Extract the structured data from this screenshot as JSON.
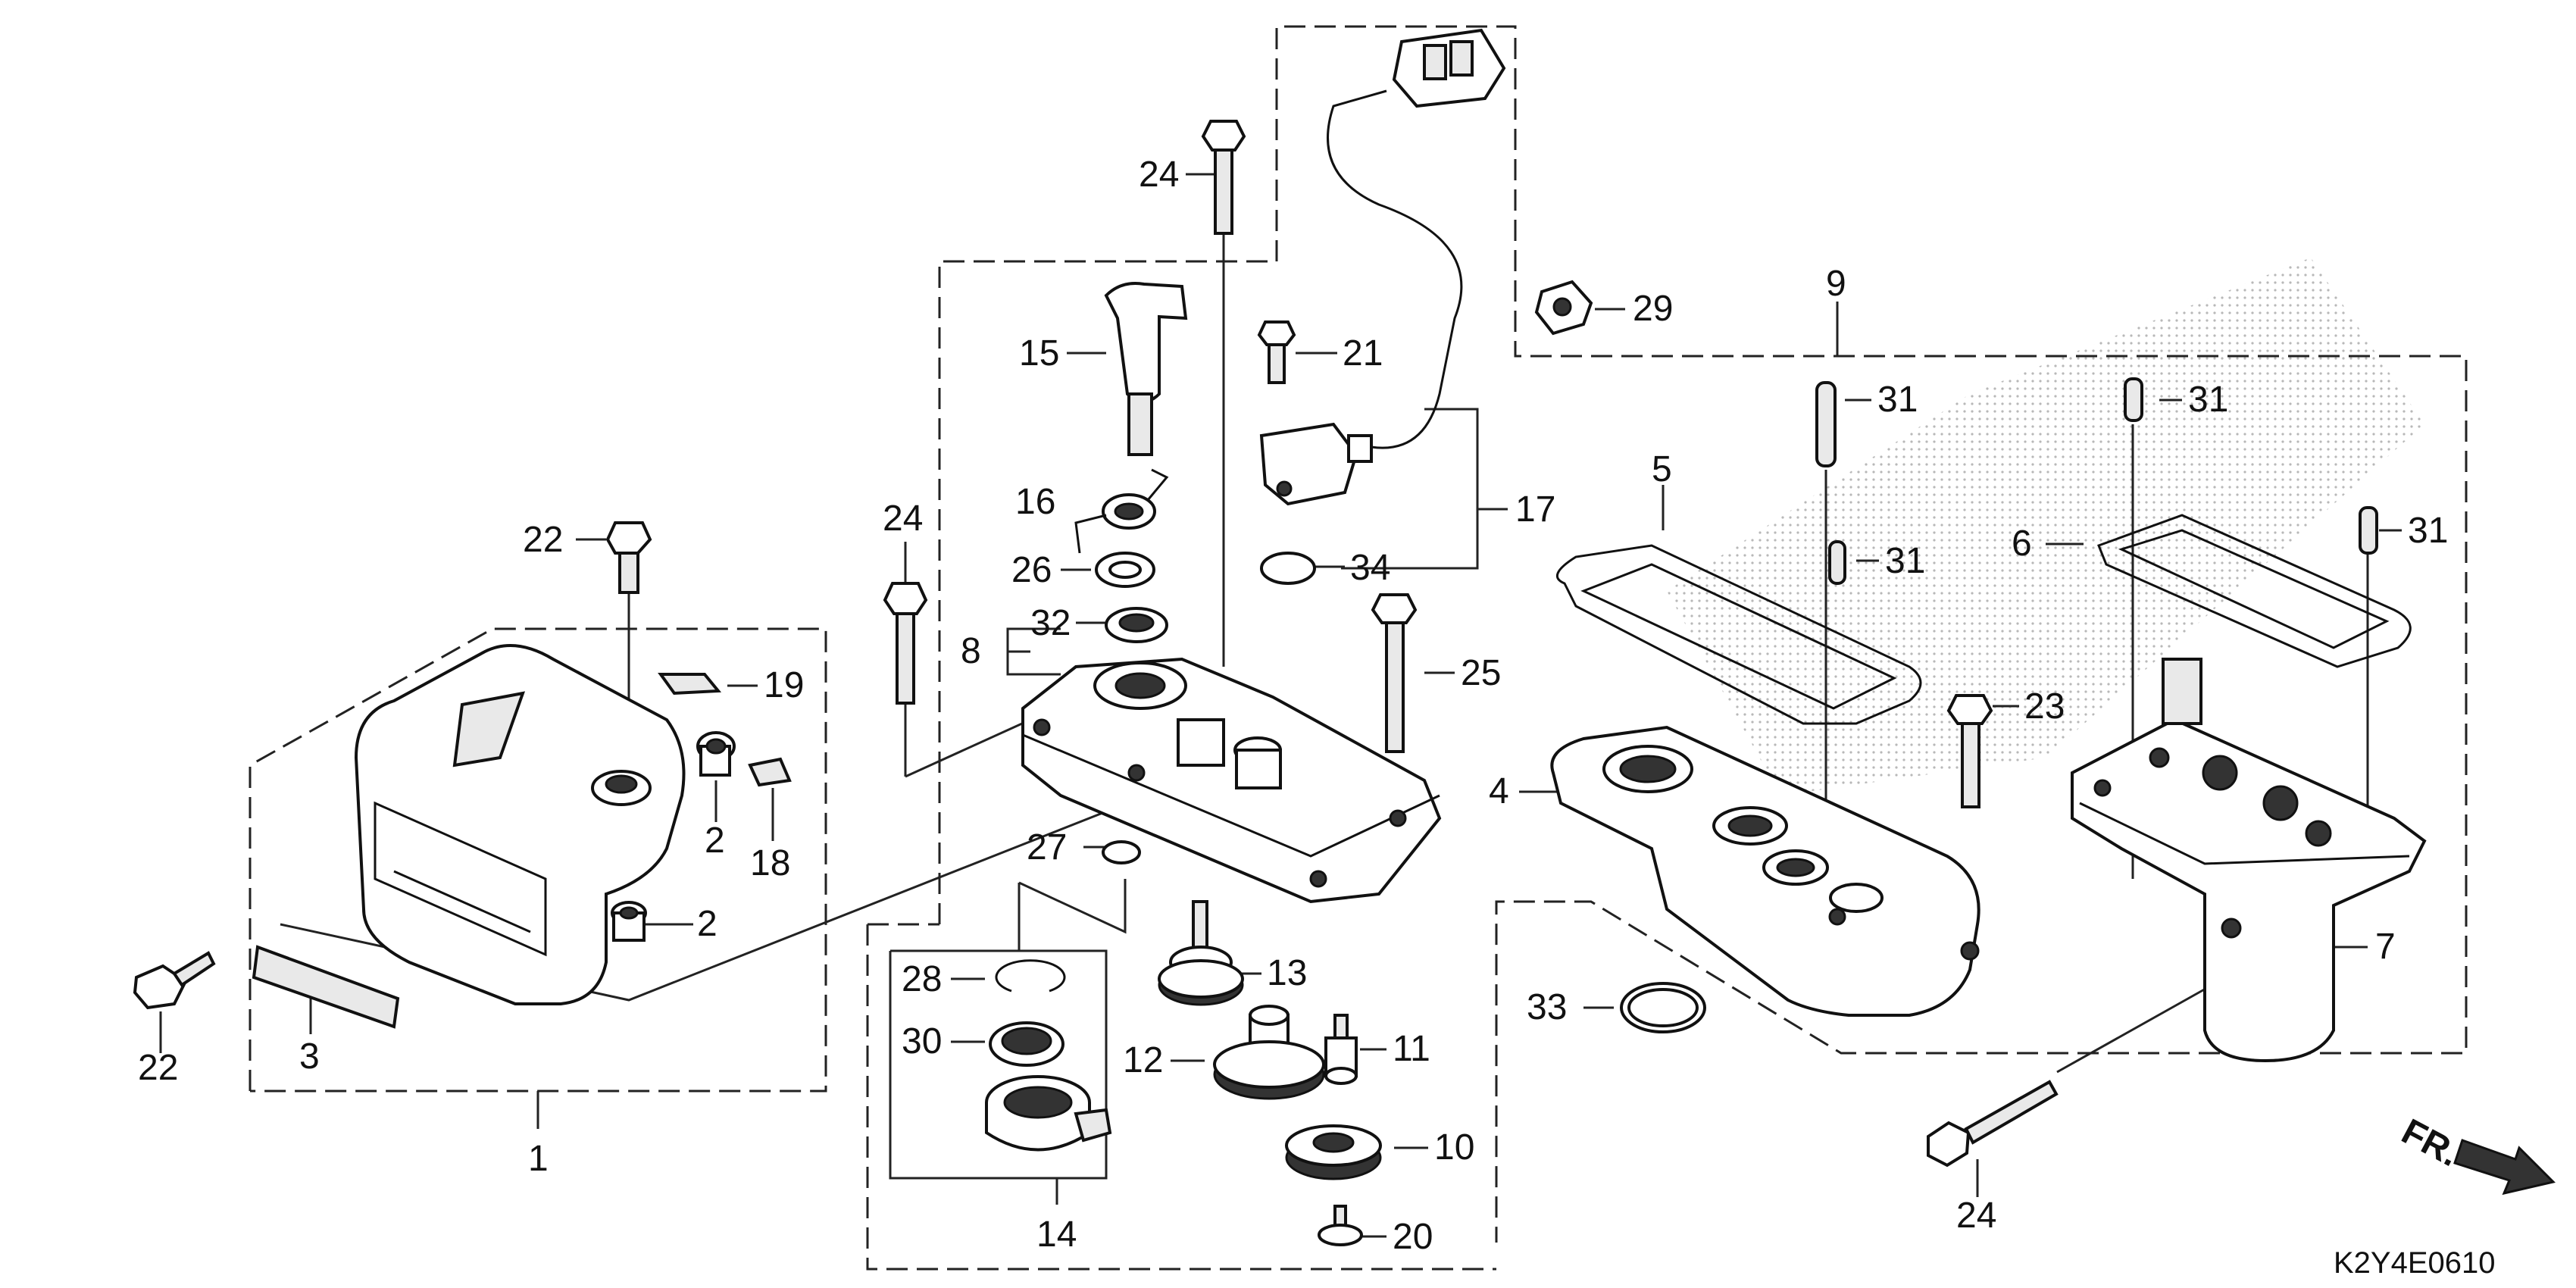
{
  "diagram_code": "K2Y4E0610",
  "direction_label": "FR.",
  "callouts": {
    "c1": "1",
    "c2a": "2",
    "c2b": "2",
    "c3": "3",
    "c4": "4",
    "c5": "5",
    "c6": "6",
    "c7": "7",
    "c8": "8",
    "c9": "9",
    "c10": "10",
    "c11": "11",
    "c12": "12",
    "c13": "13",
    "c14": "14",
    "c15": "15",
    "c16": "16",
    "c17": "17",
    "c18": "18",
    "c19": "19",
    "c20": "20",
    "c21": "21",
    "c22a": "22",
    "c22b": "22",
    "c23": "23",
    "c24a": "24",
    "c24b": "24",
    "c24c": "24",
    "c25": "25",
    "c26": "26",
    "c27": "27",
    "c28": "28",
    "c29": "29",
    "c30": "30",
    "c31a": "31",
    "c31b": "31",
    "c31c": "31",
    "c31d": "31",
    "c32": "32",
    "c33": "33",
    "c34": "34"
  }
}
